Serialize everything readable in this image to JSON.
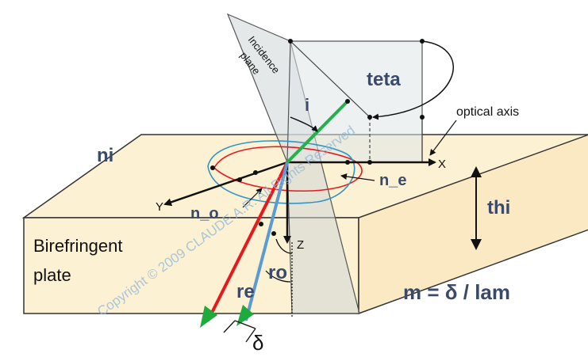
{
  "labels": {
    "incidence_plane": [
      "Incidence",
      "plane"
    ],
    "teta": "teta",
    "optical_axis": "optical axis",
    "i": "i",
    "ni": "ni",
    "x": "X",
    "y": "Y",
    "z": "Z",
    "n_e": "n_e",
    "n_o": "n_o",
    "thi": "thi",
    "plate": [
      "Birefringent",
      "plate"
    ],
    "ro": "ro",
    "re": "re",
    "m_formula": "m = δ / lam",
    "delta": "δ"
  },
  "watermark": {
    "text": "Copyright © 2009 CLAUDE A.R. All Rights Reserved"
  },
  "colors": {
    "plate_face": "#fdf1d4",
    "plate_edge": "#111111",
    "plane_fill": "#cfd6d6",
    "incident_ray": "#22b14c",
    "extraordinary_ray": "#e8191c",
    "ordinary_ray": "#5b9bd5",
    "arrow_head": "#1faa3c",
    "n_e_curve": "#e8191c",
    "n_o_curve": "#2f96c8",
    "label_text": "#3b4a6b",
    "watermark": "#8fb7d8"
  }
}
